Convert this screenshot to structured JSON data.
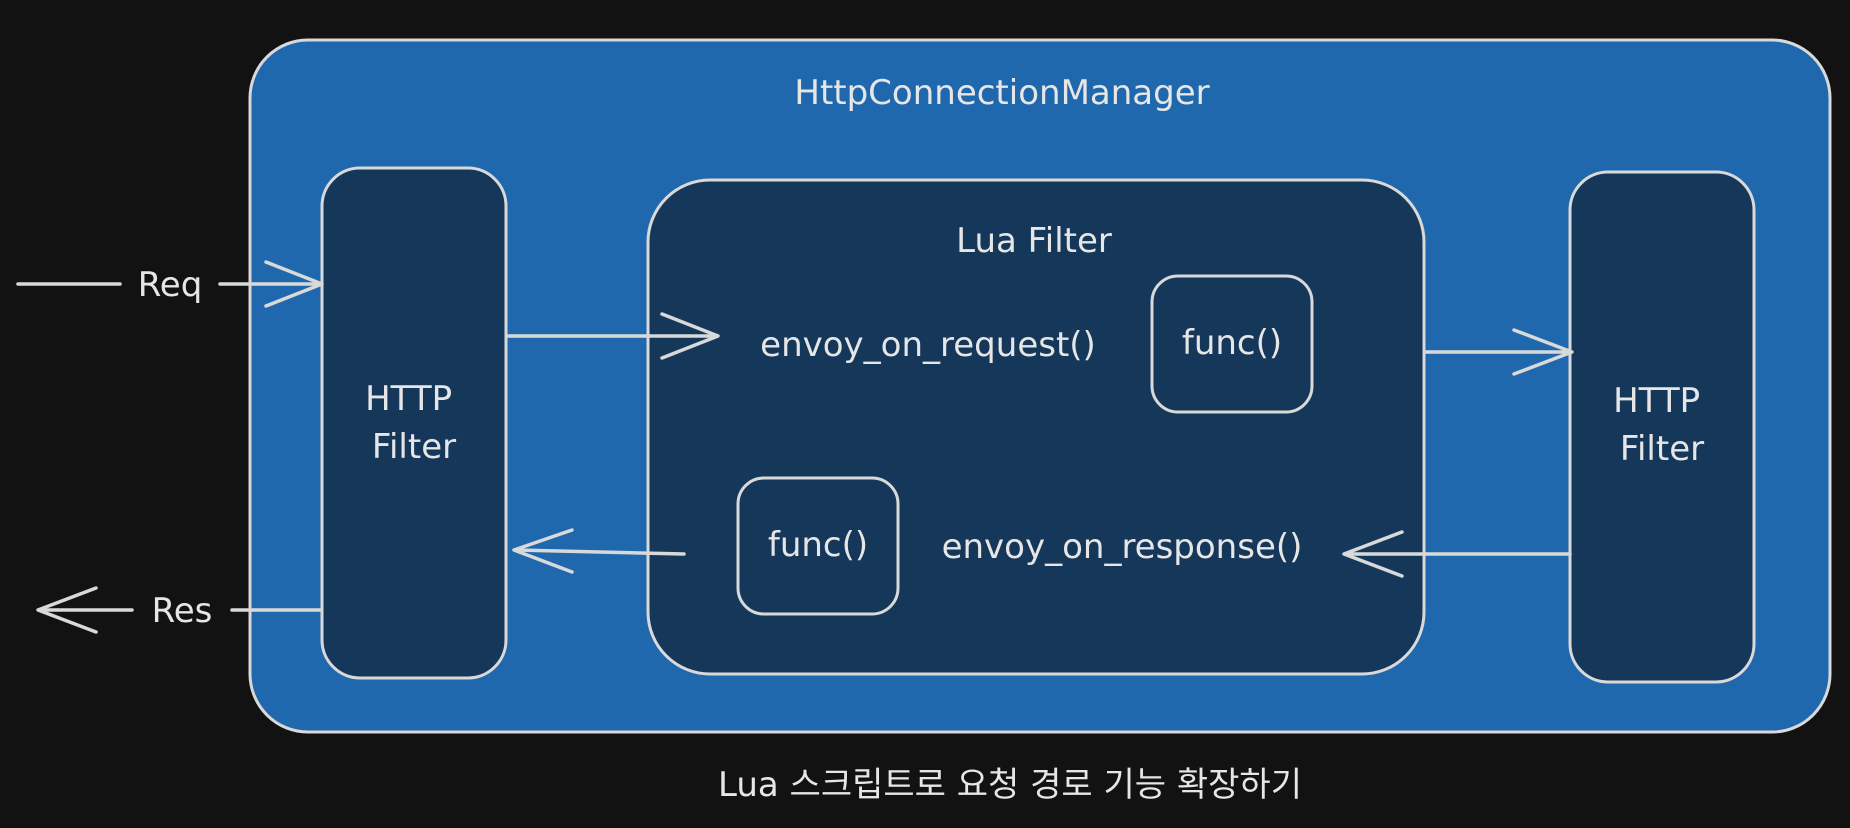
{
  "diagram": {
    "manager_title": "HttpConnectionManager",
    "left_filter_label": [
      "HTTP",
      "Filter"
    ],
    "right_filter_label": [
      "HTTP",
      "Filter"
    ],
    "lua_filter_title": "Lua Filter",
    "request_handler": "envoy_on_request()",
    "response_handler": "envoy_on_response()",
    "request_func": "func()",
    "response_func": "func()",
    "req_label": "Req",
    "res_label": "Res",
    "caption": "Lua 스크립트로 요청 경로 기능 확장하기"
  },
  "colors": {
    "background": "#121212",
    "manager_fill": "#1f68ad",
    "filter_fill": "#15375a",
    "stroke": "#d9d9d9",
    "text": "#e6e6e6"
  }
}
